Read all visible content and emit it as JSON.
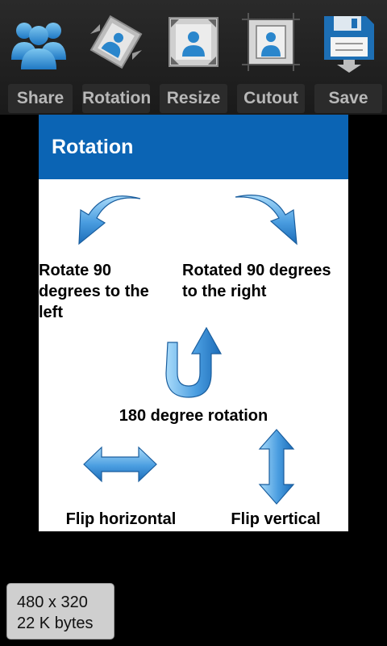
{
  "toolbar": {
    "items": [
      {
        "label": "Share",
        "icon": "share-people-icon"
      },
      {
        "label": "Rotation",
        "icon": "rotation-icon"
      },
      {
        "label": "Resize",
        "icon": "resize-icon"
      },
      {
        "label": "Cutout",
        "icon": "cutout-icon"
      },
      {
        "label": "Save",
        "icon": "save-floppy-icon"
      }
    ]
  },
  "dialog": {
    "title": "Rotation",
    "options": [
      {
        "label": "Rotate 90 degrees to the left",
        "icon": "rotate-left-arrow-icon"
      },
      {
        "label": "Rotated 90 degrees to the right",
        "icon": "rotate-right-arrow-icon"
      },
      {
        "label": "180 degree rotation",
        "icon": "u-turn-arrow-icon"
      },
      {
        "label": "Flip horizontal",
        "icon": "horizontal-double-arrow-icon"
      },
      {
        "label": "Flip vertical",
        "icon": "vertical-double-arrow-icon"
      }
    ]
  },
  "info": {
    "dimensions": "480 x 320",
    "size": "22 K bytes"
  },
  "colors": {
    "header_blue": "#0b64b4",
    "arrow_blue": "#3d8fd6"
  }
}
